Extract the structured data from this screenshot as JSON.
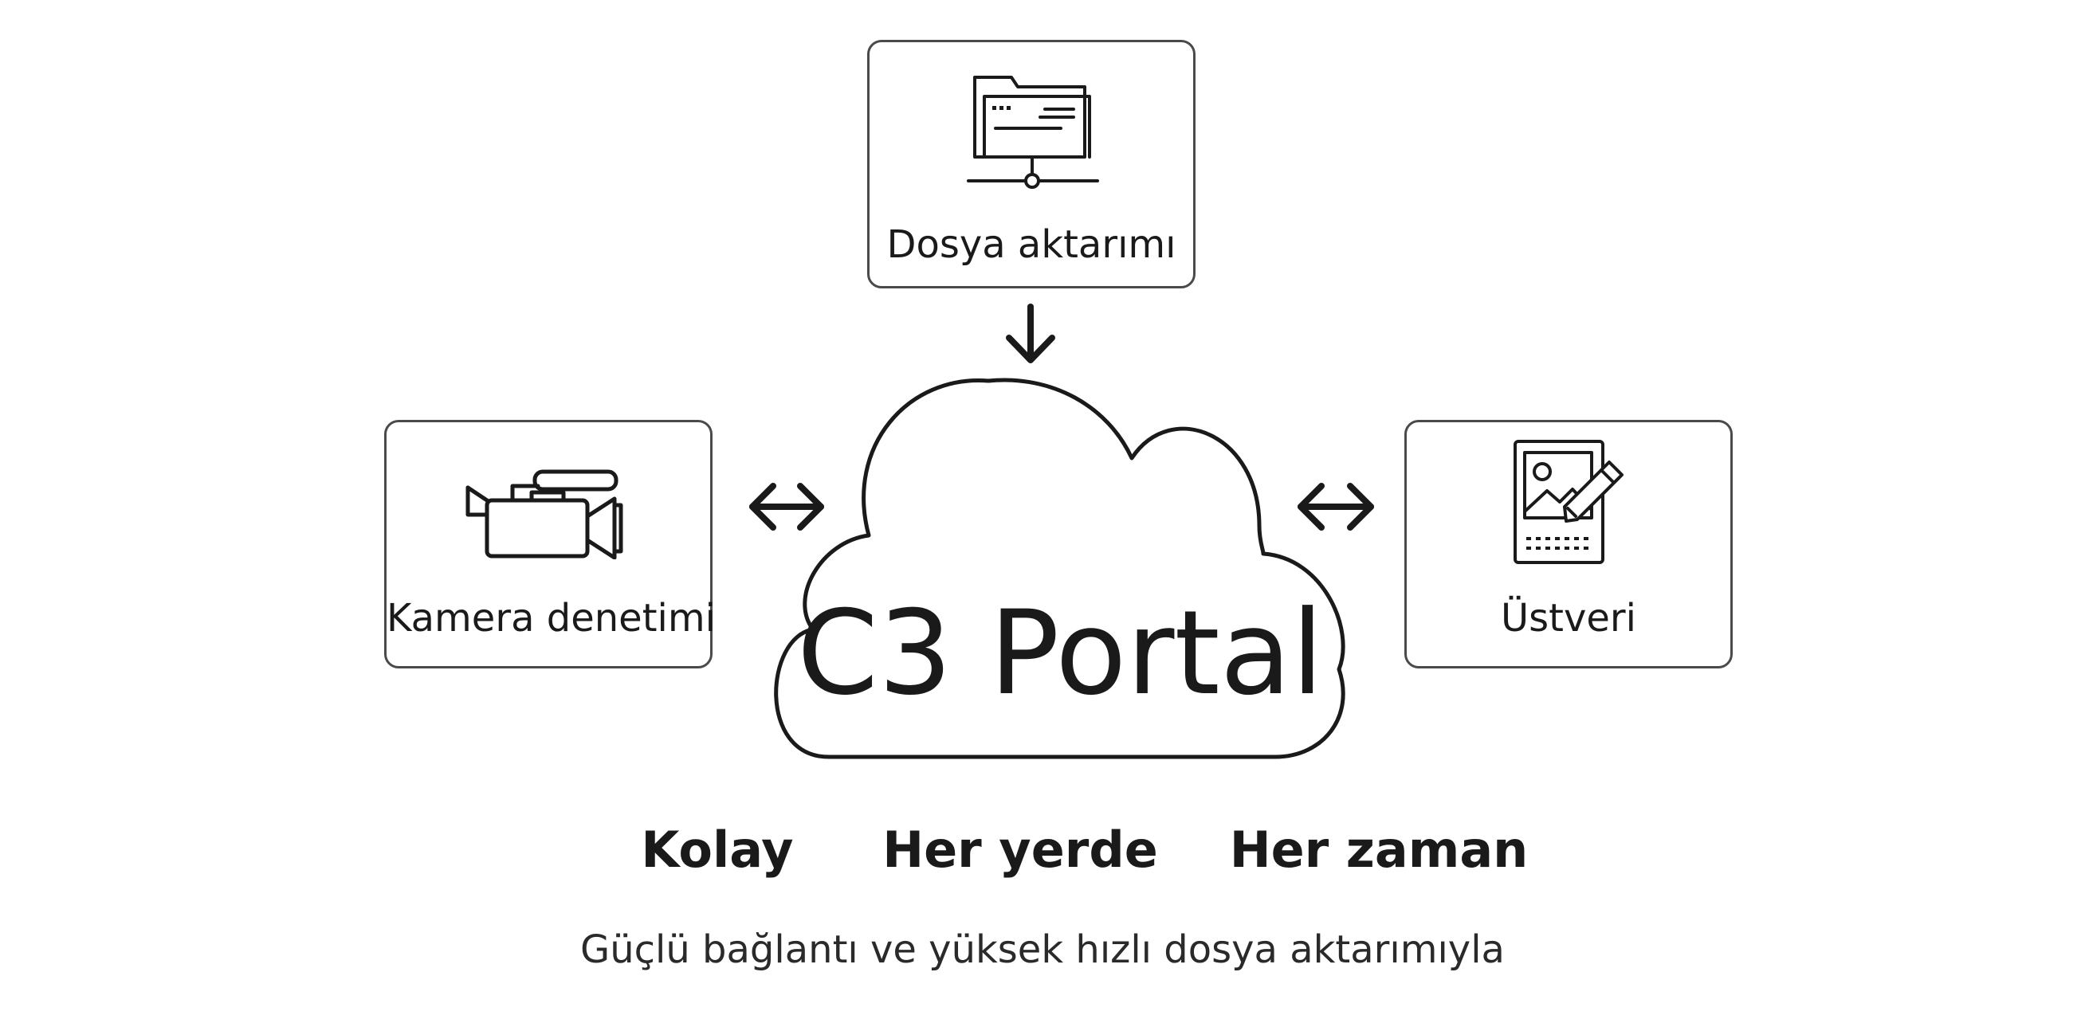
{
  "diagram": {
    "center": {
      "label": "C3 Portal"
    },
    "nodes": {
      "file_transfer": {
        "label": "Dosya aktarımı",
        "icon": "network-folder-icon",
        "connection": "one-way-into-cloud"
      },
      "camera_control": {
        "label": "Kamera denetimi",
        "icon": "video-camera-icon",
        "connection": "two-way"
      },
      "metadata": {
        "label": "Üstveri",
        "icon": "image-edit-icon",
        "connection": "two-way"
      }
    }
  },
  "keywords": [
    "Kolay",
    "Her yerde",
    "Her zaman"
  ],
  "tagline": "Güçlü bağlantı ve yüksek hızlı dosya aktarımıyla",
  "colors": {
    "stroke": "#1a1a1a",
    "box_border": "#4a4a4a",
    "background": "#ffffff"
  }
}
